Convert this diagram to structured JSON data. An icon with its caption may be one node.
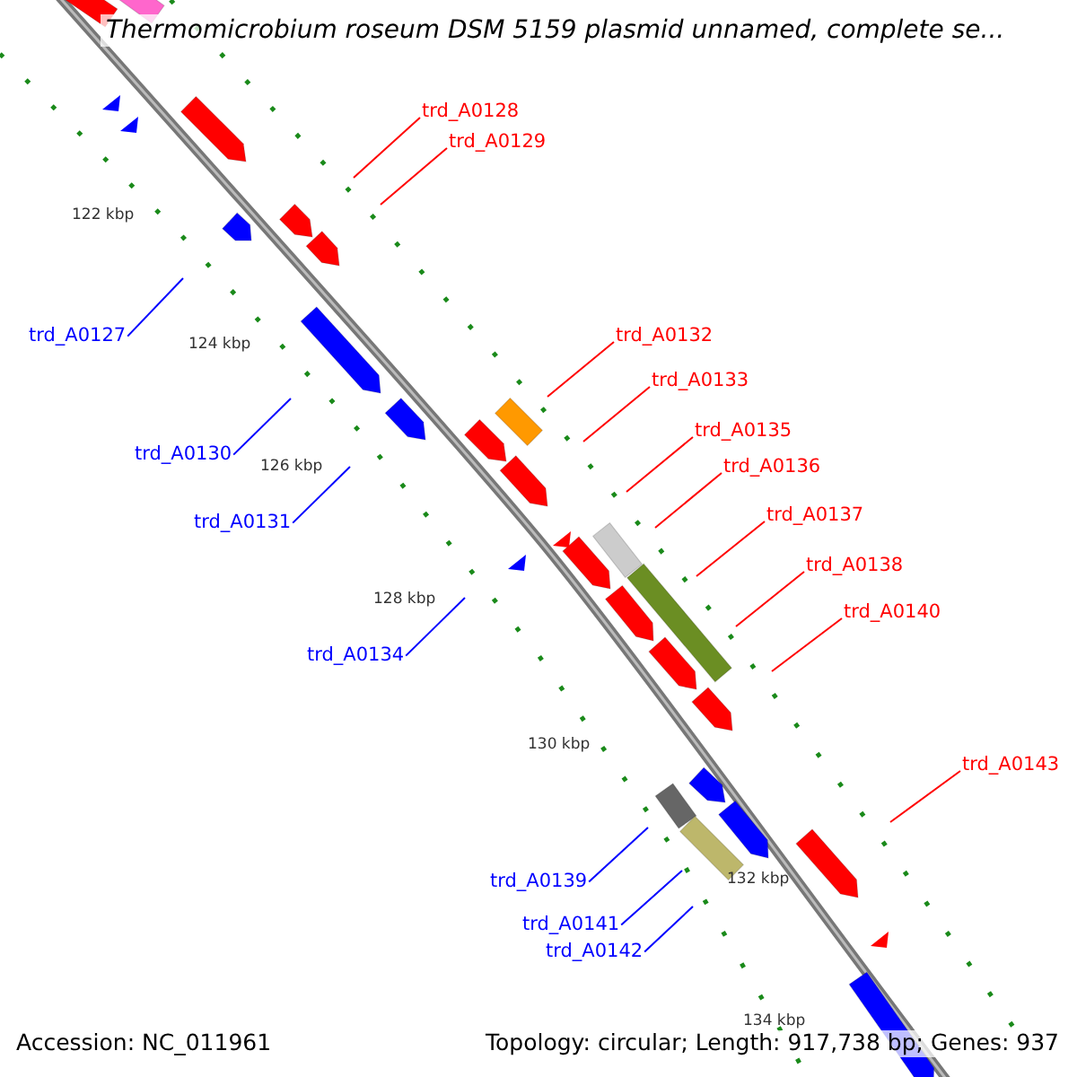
{
  "diagram": {
    "title": "Thermomicrobium roseum DSM 5159 plasmid unnamed, complete se...",
    "nodes": [
      {
        "text": [
          "trd_A0128"
        ]
      },
      {
        "text": [
          "trd_A0129"
        ]
      },
      {
        "text": [
          "trd_A0127"
        ]
      },
      {
        "text": [
          "trd_A0132"
        ]
      },
      {
        "text": [
          "trd_A0133"
        ]
      },
      {
        "text": [
          "trd_A0135"
        ]
      },
      {
        "text": [
          "trd_A0130"
        ]
      },
      {
        "text": [
          "trd_A0136"
        ]
      },
      {
        "text": [
          "trd_A0137"
        ]
      },
      {
        "text": [
          "trd_A0131"
        ]
      },
      {
        "text": [
          "trd_A0138"
        ]
      },
      {
        "text": [
          "trd_A0140"
        ]
      },
      {
        "text": [
          "trd_A0134"
        ]
      },
      {
        "text": [
          "trd_A0143"
        ]
      },
      {
        "text": [
          "trd_A0139"
        ]
      },
      {
        "text": [
          "trd_A0141"
        ]
      },
      {
        "text": [
          "trd_A0142"
        ]
      }
    ],
    "edges": [
      {
        "from": 0,
        "to": null,
        "arrow": "none"
      },
      {
        "from": 1,
        "to": null,
        "arrow": "none"
      },
      {
        "from": 2,
        "to": null,
        "arrow": "none",
        "color": "#0000ff"
      },
      {
        "from": 3,
        "to": null,
        "arrow": "none"
      },
      {
        "from": 4,
        "to": null,
        "arrow": "none"
      },
      {
        "from": 5,
        "to": null,
        "arrow": "none"
      },
      {
        "from": 6,
        "to": null,
        "arrow": "none",
        "color": "#0000ff"
      },
      {
        "from": 7,
        "to": null,
        "arrow": "none"
      },
      {
        "from": 8,
        "to": null,
        "arrow": "none"
      },
      {
        "from": 9,
        "to": null,
        "arrow": "none",
        "color": "#0000ff"
      },
      {
        "from": 10,
        "to": null,
        "arrow": "none"
      },
      {
        "from": 11,
        "to": null,
        "arrow": "none"
      },
      {
        "from": 12,
        "to": null,
        "arrow": "none",
        "color": "#0000ff"
      },
      {
        "from": 13,
        "to": null,
        "arrow": "none"
      },
      {
        "from": 14,
        "to": null,
        "arrow": "none",
        "color": "#0000ff"
      },
      {
        "from": 15,
        "to": null,
        "arrow": "none",
        "color": "#0000ff"
      },
      {
        "from": 16,
        "to": null,
        "arrow": "none",
        "color": "#0000ff"
      }
    ],
    "labels": [
      "122 kbp",
      "124 kbp",
      "126 kbp",
      "128 kbp",
      "130 kbp",
      "132 kbp",
      "134 kbp",
      "Accession: NC_011961",
      "Topology: circular; Length: 917,738 bp; Genes: 937"
    ]
  }
}
